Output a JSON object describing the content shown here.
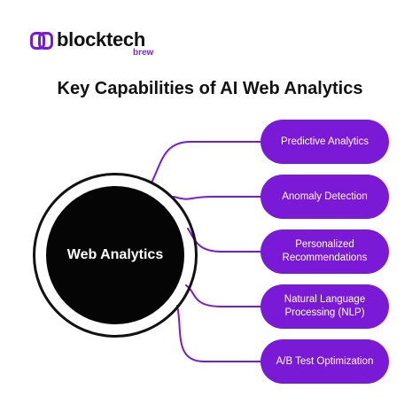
{
  "brand": {
    "name": "blocktech",
    "sub": "brew",
    "accent_color": "#7a19d6"
  },
  "title": "Key Capabilities of AI Web Analytics",
  "center": {
    "label": "Web Analytics"
  },
  "capabilities": [
    "Predictive Analytics",
    "Anomaly Detection",
    "Personalized Recommendations",
    "Natural Language Processing (NLP)",
    "A/B Test Optimization"
  ]
}
